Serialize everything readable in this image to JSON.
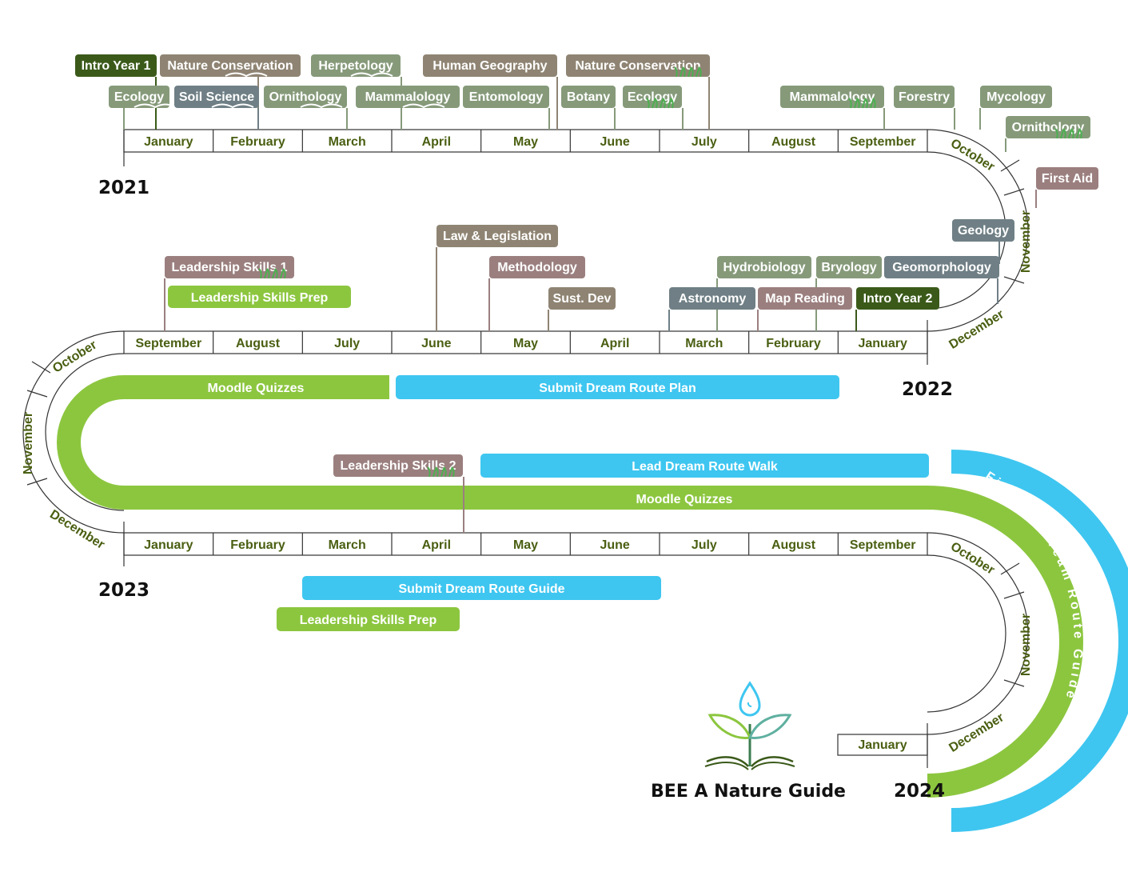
{
  "colors": {
    "olive": "#6b8e4e",
    "green": "#8cc63f",
    "blue": "#3ec6f0",
    "slate": "#6f7f85",
    "mauve": "#9b7f7f",
    "taupe": "#8f8473",
    "sage": "#869a7a",
    "dark": "#3b5a1a",
    "month_text": "#4a5f12"
  },
  "brand": {
    "name": "BEE A Nature Guide",
    "logo_icon": "sprout-book-icon"
  },
  "years": [
    "2021",
    "2022",
    "2023",
    "2024"
  ],
  "months": {
    "row1": [
      "January",
      "February",
      "March",
      "April",
      "May",
      "June",
      "July",
      "August",
      "September"
    ],
    "row1_curve": [
      "October",
      "November",
      "December"
    ],
    "row2": [
      "January",
      "February",
      "March",
      "April",
      "May",
      "June",
      "July",
      "August",
      "September"
    ],
    "row2_curve": [
      "October",
      "November",
      "December"
    ],
    "row3": [
      "January",
      "February",
      "March",
      "April",
      "May",
      "June",
      "July",
      "August",
      "September"
    ],
    "row3_curve": [
      "October",
      "November",
      "December"
    ],
    "row4": [
      "January"
    ]
  },
  "tags": [
    {
      "label": "Intro Year 1",
      "color": "dark"
    },
    {
      "label": "Nature Conservation",
      "color": "taupe",
      "icon": "open-book-icon"
    },
    {
      "label": "Herpetology",
      "color": "sage",
      "icon": "open-book-icon"
    },
    {
      "label": "Human Geography",
      "color": "taupe"
    },
    {
      "label": "Nature Conservation",
      "color": "taupe",
      "icon": "grass-icon"
    },
    {
      "label": "Ecology",
      "color": "sage",
      "icon": "open-book-icon"
    },
    {
      "label": "Soil Science",
      "color": "slate",
      "icon": "open-book-icon"
    },
    {
      "label": "Ornithology",
      "color": "sage",
      "icon": "open-book-icon"
    },
    {
      "label": "Mammalology",
      "color": "sage",
      "icon": "open-book-icon"
    },
    {
      "label": "Entomology",
      "color": "sage"
    },
    {
      "label": "Botany",
      "color": "sage"
    },
    {
      "label": "Ecology",
      "color": "sage",
      "icon": "grass-icon"
    },
    {
      "label": "Mammalology",
      "color": "sage",
      "icon": "grass-icon"
    },
    {
      "label": "Forestry",
      "color": "sage"
    },
    {
      "label": "Mycology",
      "color": "sage"
    },
    {
      "label": "Ornithology",
      "color": "sage",
      "icon": "grass-icon"
    },
    {
      "label": "First Aid",
      "color": "mauve"
    },
    {
      "label": "Geology",
      "color": "slate"
    },
    {
      "label": "Law & Legislation",
      "color": "taupe"
    },
    {
      "label": "Leadership Skills 1",
      "color": "mauve",
      "icon": "grass-icon"
    },
    {
      "label": "Methodology",
      "color": "mauve"
    },
    {
      "label": "Sust. Dev",
      "color": "taupe"
    },
    {
      "label": "Hydrobiology",
      "color": "sage"
    },
    {
      "label": "Bryology",
      "color": "sage"
    },
    {
      "label": "Geomorphology",
      "color": "slate"
    },
    {
      "label": "Astronomy",
      "color": "slate"
    },
    {
      "label": "Map Reading",
      "color": "mauve"
    },
    {
      "label": "Intro Year 2",
      "color": "dark"
    },
    {
      "label": "Leadership Skills 2",
      "color": "mauve",
      "icon": "grass-icon"
    }
  ],
  "bars": [
    {
      "label": "Leadership Skills Prep",
      "color": "green"
    },
    {
      "label": "Moodle Quizzes",
      "color": "green"
    },
    {
      "label": "Submit Dream Route Plan",
      "color": "blue"
    },
    {
      "label": "Lead Dream Route Walk",
      "color": "blue"
    },
    {
      "label": "Moodle Quizzes",
      "color": "green"
    },
    {
      "label": "Submit Dream Route Guide",
      "color": "blue"
    },
    {
      "label": "Leadership Skills Prep",
      "color": "green"
    }
  ],
  "curved_bar": {
    "label": "Finalise Dream Route Guide",
    "color": "blue"
  }
}
